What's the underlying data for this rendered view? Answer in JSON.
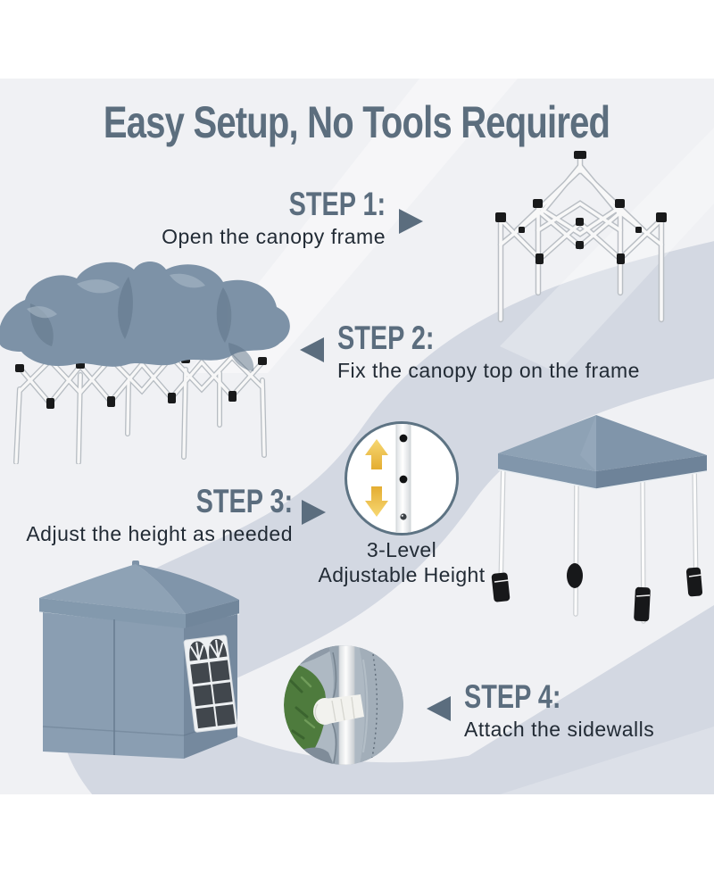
{
  "title": "Easy Setup, No Tools Required",
  "steps": [
    {
      "label": "STEP 1:",
      "description": "Open the canopy frame",
      "arrow": "right"
    },
    {
      "label": "STEP 2:",
      "description": "Fix the canopy top on the frame",
      "arrow": "left"
    },
    {
      "label": "STEP 3:",
      "description": "Adjust the height as needed",
      "arrow": "right"
    },
    {
      "label": "STEP 4:",
      "description": "Attach the sidewalls",
      "arrow": "left"
    }
  ],
  "callout": {
    "line1": "3-Level",
    "line2": "Adjustable Height"
  },
  "icons": {
    "step_arrow_right": "triangle-right",
    "step_arrow_left": "triangle-left",
    "height_up_arrow": "arrow-up",
    "height_down_arrow": "arrow-down"
  },
  "colors": {
    "accent_slate": "#5b6d7e",
    "body_text": "#222b35",
    "background": "#f0f1f4",
    "swirl_band": "#d3d8e2",
    "canopy_fabric": "#7e93a9",
    "gold_arrow": "#eec04c",
    "grass_green": "#4e7b3d",
    "weight_bag_black": "#17181a"
  }
}
